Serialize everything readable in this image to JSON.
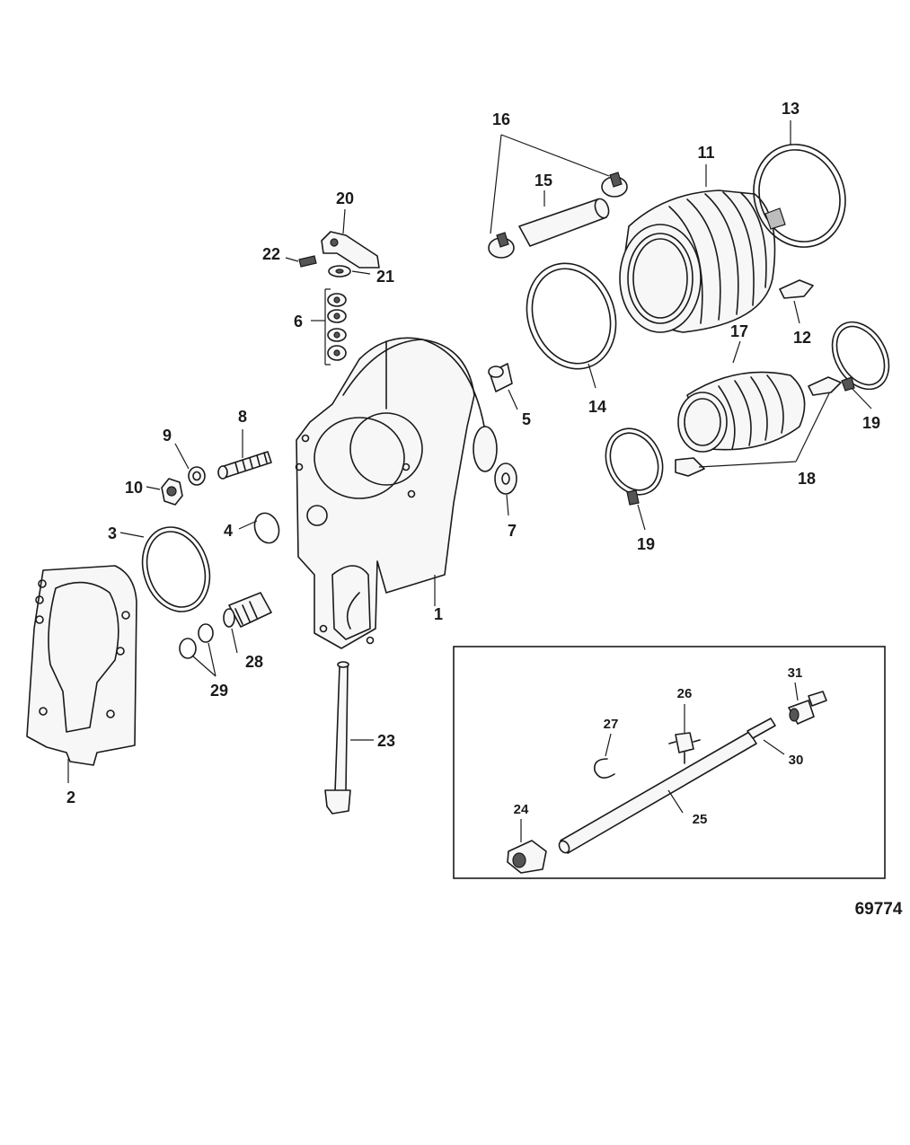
{
  "callouts": {
    "c1": "1",
    "c2": "2",
    "c3": "3",
    "c4": "4",
    "c5": "5",
    "c6": "6",
    "c7": "7",
    "c8": "8",
    "c9": "9",
    "c10": "10",
    "c11": "11",
    "c12": "12",
    "c13": "13",
    "c14": "14",
    "c15": "15",
    "c16": "16",
    "c17": "17",
    "c18": "18",
    "c19a": "19",
    "c19b": "19",
    "c20": "20",
    "c21": "21",
    "c22": "22",
    "c23": "23",
    "c24": "24",
    "c25": "25",
    "c26": "26",
    "c27": "27",
    "c28": "28",
    "c29": "29",
    "c30": "30",
    "c31": "31"
  },
  "drawing_number": "69774"
}
